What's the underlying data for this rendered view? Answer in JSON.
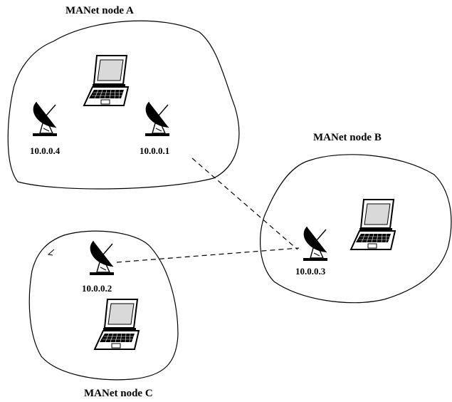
{
  "nodes": {
    "a": {
      "title": "MANet node A",
      "ip_left": "10.0.0.4",
      "ip_right": "10.0.0.1"
    },
    "b": {
      "title": "MANet node B",
      "ip": "10.0.0.3"
    },
    "c": {
      "title": "MANet node C",
      "ip": "10.0.0.2"
    }
  },
  "links": [
    {
      "from": "10.0.0.1",
      "to": "10.0.0.3",
      "style": "dashed"
    },
    {
      "from": "10.0.0.2",
      "to": "10.0.0.3",
      "style": "dashed"
    }
  ],
  "colors": {
    "stroke": "#000000",
    "background": "#ffffff",
    "screen": "#d9d9d9"
  },
  "icons": [
    "satellite-dish-icon",
    "laptop-icon"
  ]
}
